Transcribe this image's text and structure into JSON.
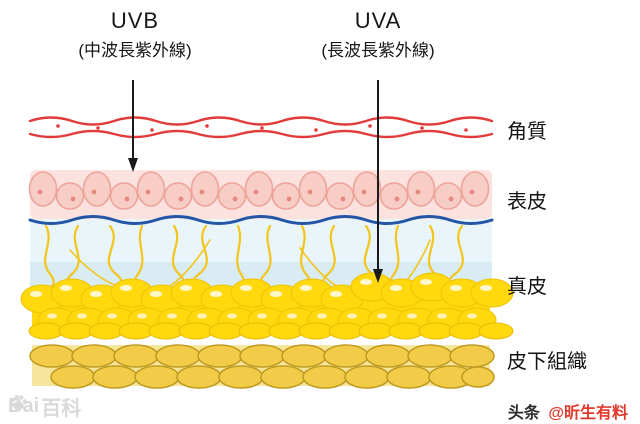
{
  "uv_labels": {
    "uvb": {
      "title": "UVB",
      "subtitle": "(中波長紫外線)"
    },
    "uva": {
      "title": "UVA",
      "subtitle": "(長波長紫外線)"
    }
  },
  "layer_labels": {
    "stratum_corneum": "角質",
    "epidermis": "表皮",
    "dermis": "真皮",
    "subcutaneous": "皮下組織"
  },
  "watermarks": {
    "baike_prefix": "Bai",
    "baike_suffix": "百科",
    "toutiao": "头条",
    "author": "@昕生有料"
  },
  "colors": {
    "stratum_line": "#e23b3b",
    "epidermis_band": "#fbe2de",
    "epidermis_cell": "#f8cdc6",
    "cell_outline": "#eca49a",
    "nucleus": "#e58a7f",
    "basement_line": "#2456a8",
    "dermis_top": "#eaf5f9",
    "dermis_bottom": "#d9ecf4",
    "fiber": "#f2c51d",
    "fat": "#ffd80e",
    "fat_outline": "#eec200",
    "subcut_base": "#f6e59a",
    "subcut_cell": "#f2cc49",
    "subcut_outline": "#bf9c22",
    "arrow": "#1a1a1a"
  }
}
